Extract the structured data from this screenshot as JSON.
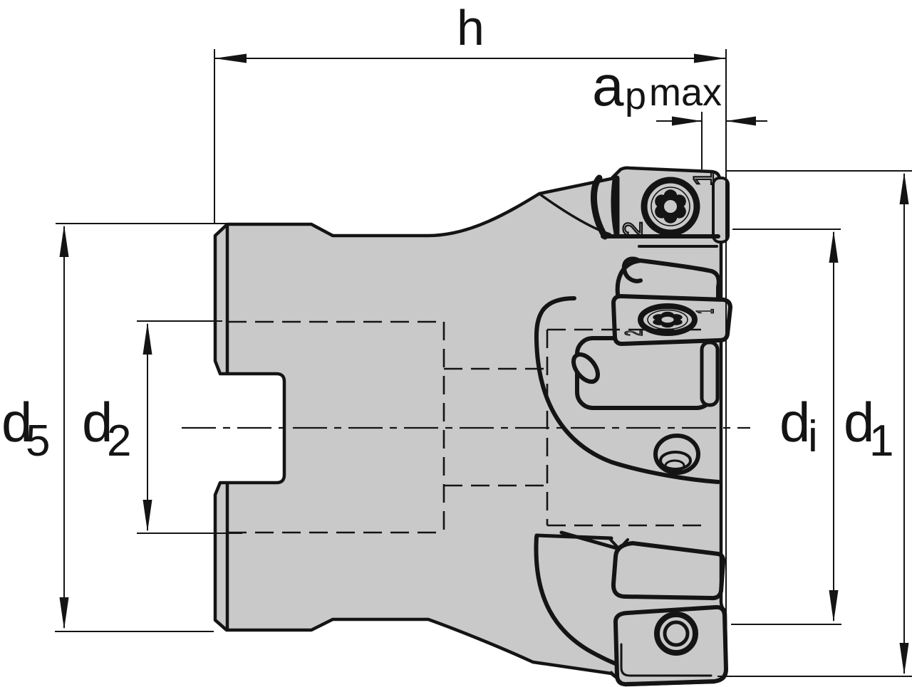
{
  "colors": {
    "background": "#ffffff",
    "body": "#c9c9c9",
    "line": "#141414"
  },
  "dimensions": {
    "h": {
      "label": "h"
    },
    "ap_max": {
      "main": "a",
      "sub": "p",
      "suffix": "max"
    },
    "d5": {
      "main": "d",
      "sub": "5"
    },
    "d2": {
      "main": "d",
      "sub": "2"
    },
    "di": {
      "main": "d",
      "sub": "i"
    },
    "d1": {
      "main": "d",
      "sub": "1"
    }
  },
  "insert_marks": {
    "top_insert": {
      "edge_1": "1",
      "edge_2": "2"
    },
    "middle_insert": {
      "edge_1": "1",
      "edge_2": "2"
    }
  }
}
